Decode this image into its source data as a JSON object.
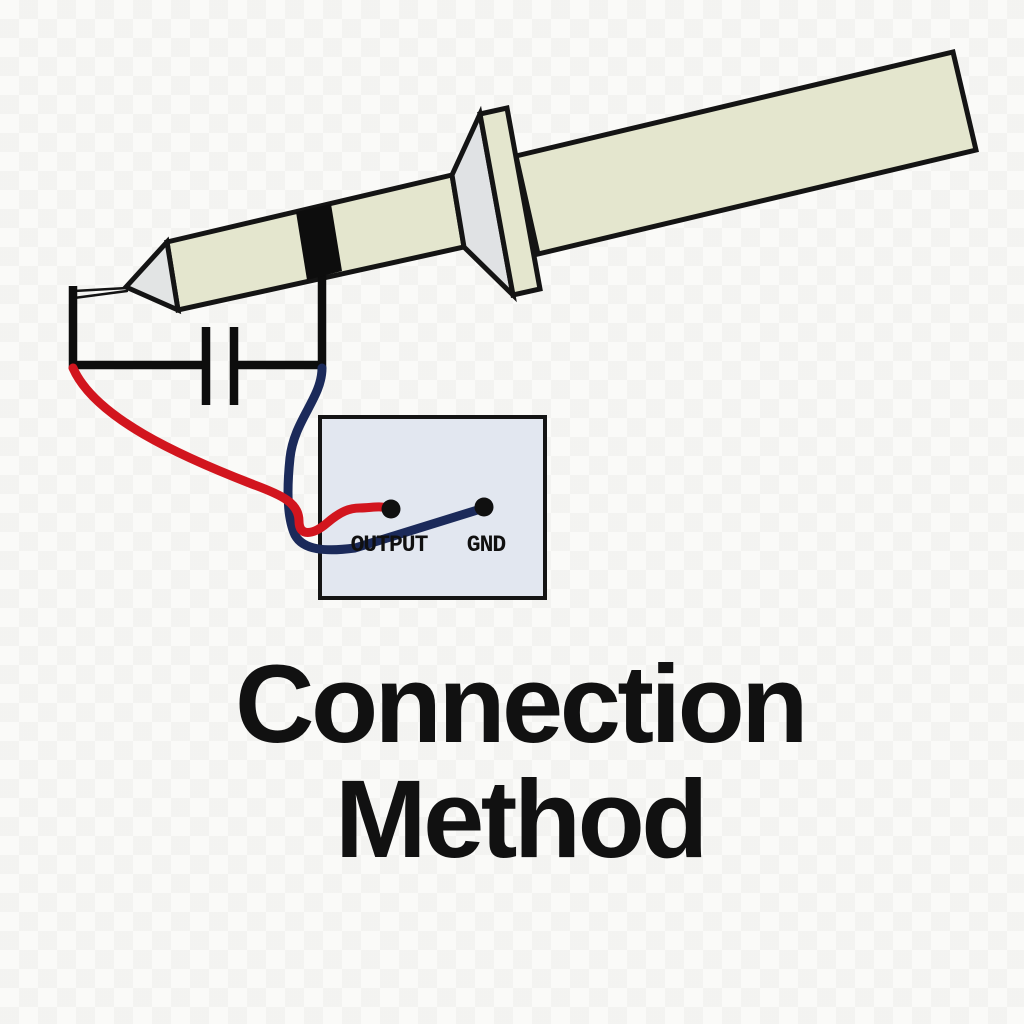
{
  "title": {
    "line1": "Connection",
    "line2": "Method"
  },
  "board": {
    "output_label": "OUTPUT",
    "gnd_label": "GND",
    "fill_color": "#e2e7f0",
    "pad_color": "#101010"
  },
  "probe": {
    "body_color": "#e4e6ce",
    "tip_color": "#e2e4e4",
    "flare_color": "#e0e2e4",
    "band_color": "#0d0d0d",
    "outline_color": "#141414"
  },
  "wires": {
    "signal_color": "#d2151e",
    "ground_color": "#1b2a5a",
    "circuit_color": "#0d0d0d"
  }
}
